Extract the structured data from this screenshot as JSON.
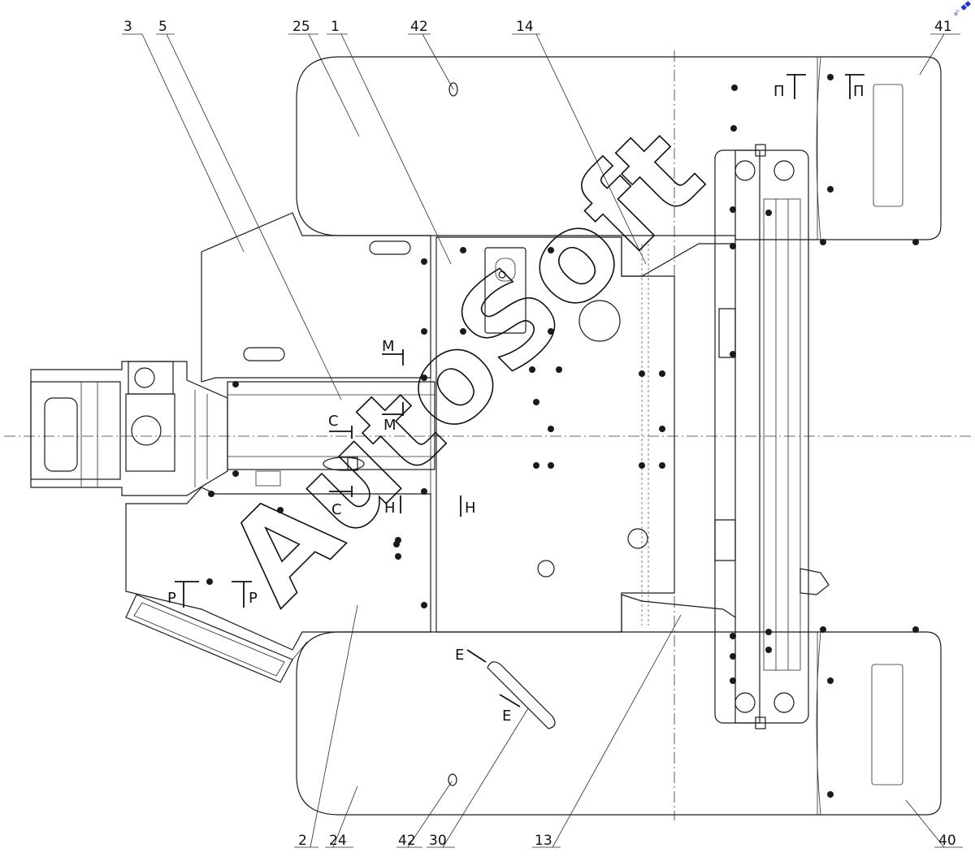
{
  "callouts": {
    "c3": "3",
    "c5": "5",
    "c25": "25",
    "c1": "1",
    "c42top": "42",
    "c14": "14",
    "c41": "41",
    "c2": "2",
    "c24": "24",
    "c42bot": "42",
    "c30": "30",
    "c13": "13",
    "c40": "40"
  },
  "sections": {
    "m_top": "M",
    "m_bot": "M",
    "c_top": "C",
    "c_bot": "C",
    "h_left": "H",
    "h_right": "H",
    "p_left": "P",
    "p_right": "P",
    "e_top": "E",
    "e_bot": "E",
    "pi_left": "П",
    "pi_right": "П"
  },
  "watermark": "AutoSoft",
  "corner_mark": "a²· ■■",
  "colors": {
    "line": "#1a1a1a",
    "background": "#ffffff",
    "corner_mark": "#2233cc"
  }
}
